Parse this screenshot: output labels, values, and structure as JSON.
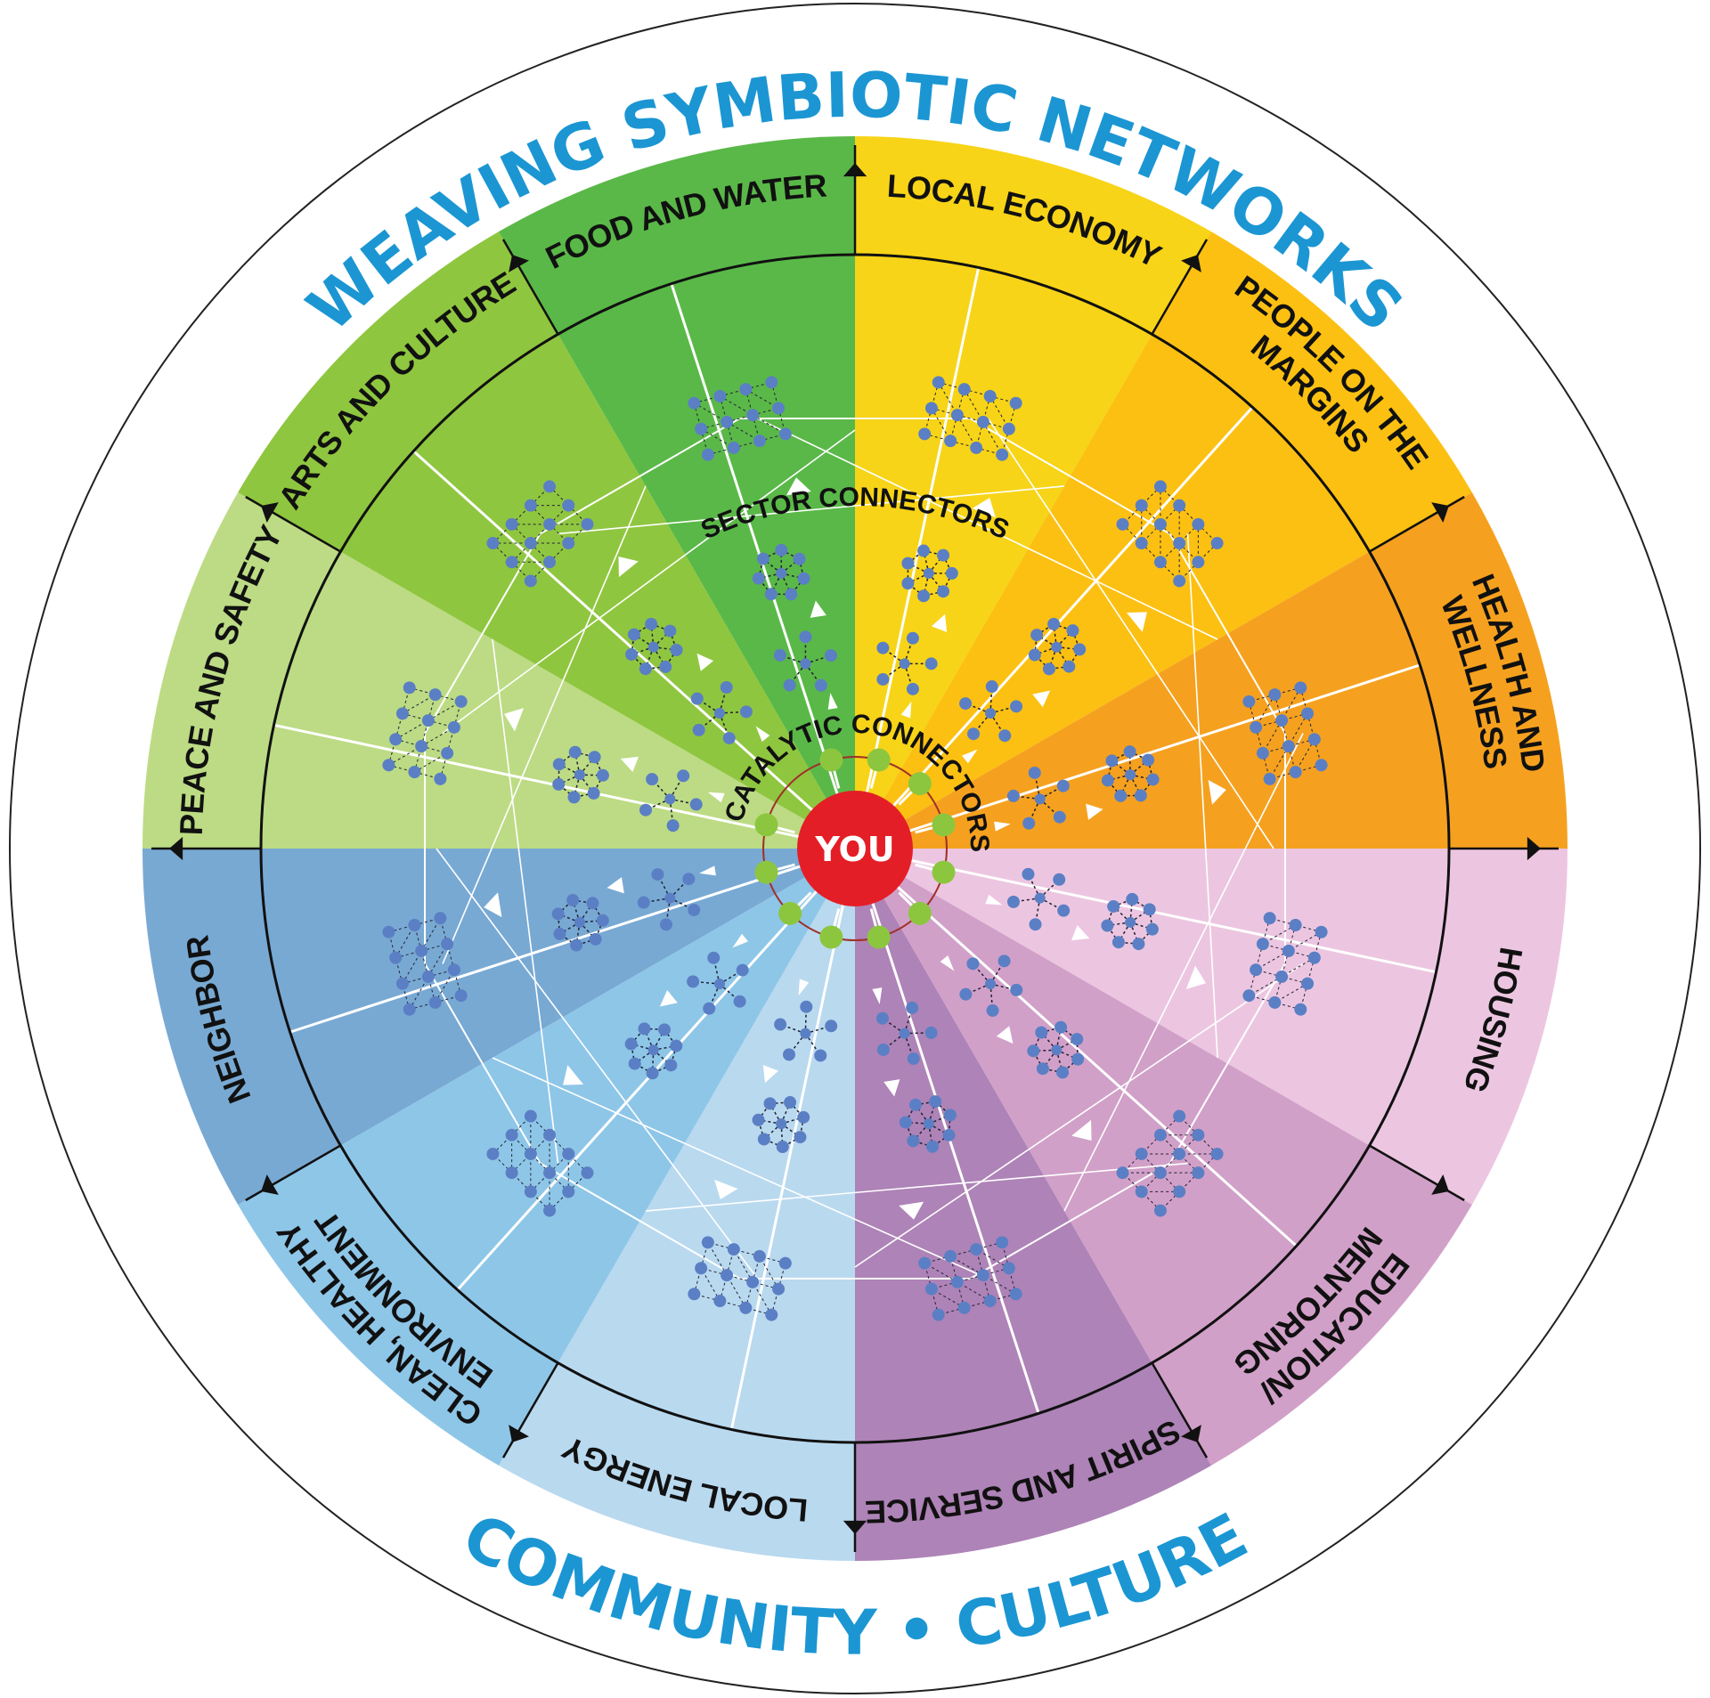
{
  "title": "WEAVING SYMBIOTIC NETWORKS",
  "footer": "COMMUNITY • CULTURE",
  "center_label": "YOU",
  "catalytic_label": "CATALYTIC CONNECTORS",
  "sector_label": "SECTOR CONNECTORS",
  "accent_color": "#1b96d3",
  "center_color": "#e41e26",
  "connector_color": "#8cc63f",
  "node_color": "#5b7fc4",
  "sectors": [
    {
      "lines": [
        "LOCAL ECONOMY"
      ],
      "color": "#f7d417"
    },
    {
      "lines": [
        "PEOPLE ON THE",
        "MARGINS"
      ],
      "color": "#fcc012"
    },
    {
      "lines": [
        "HEALTH AND",
        "WELLNESS"
      ],
      "color": "#f5a11f"
    },
    {
      "lines": [
        "HOUSING"
      ],
      "color": "#ecc6e1"
    },
    {
      "lines": [
        "EDUCATION/",
        "MENTORING"
      ],
      "color": "#d1a0c8"
    },
    {
      "lines": [
        "SPIRIT AND SERVICE"
      ],
      "color": "#ae83b7"
    },
    {
      "lines": [
        "LOCAL ENERGY"
      ],
      "color": "#b9d9ef"
    },
    {
      "lines": [
        "CLEAN, HEALTHY",
        "ENVIRONMENT"
      ],
      "color": "#8ec6e8"
    },
    {
      "lines": [
        "NEIGHBOR"
      ],
      "color": "#78a9d3"
    },
    {
      "lines": [
        "PEACE AND SAFETY"
      ],
      "color": "#bcdb84"
    },
    {
      "lines": [
        "ARTS AND CULTURE"
      ],
      "color": "#8fc63f"
    },
    {
      "lines": [
        "FOOD AND WATER"
      ],
      "color": "#5ab848"
    }
  ]
}
